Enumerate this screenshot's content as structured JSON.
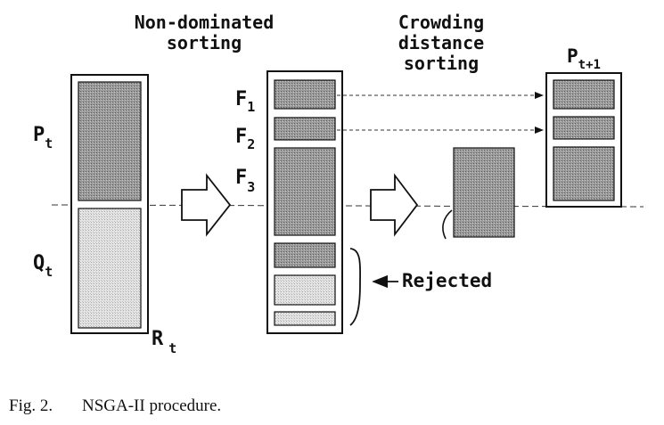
{
  "headings": {
    "non_dominated_line1": "Non-dominated",
    "non_dominated_line2": "sorting",
    "crowding_line1": "Crowding",
    "crowding_line2": "distance",
    "crowding_line3": "sorting"
  },
  "labels": {
    "p_main": "P",
    "p_sub": "t",
    "q_main": "Q",
    "q_sub": "t",
    "r_main": "R",
    "r_sub": "t",
    "f1_main": "F",
    "f1_sub": "1",
    "f2_main": "F",
    "f2_sub": "2",
    "f3_main": "F",
    "f3_sub": "3",
    "pnext_main": "P",
    "pnext_sub": "t+1",
    "rejected": "Rejected"
  },
  "caption": {
    "label": "Fig. 2.",
    "text": "NSGA-II procedure."
  },
  "colors": {
    "ink": "#111111",
    "dark_fill": "#8f8f8f",
    "mid_fill": "#a9a9a9",
    "light_fill": "#dedede",
    "background": "#ffffff"
  }
}
